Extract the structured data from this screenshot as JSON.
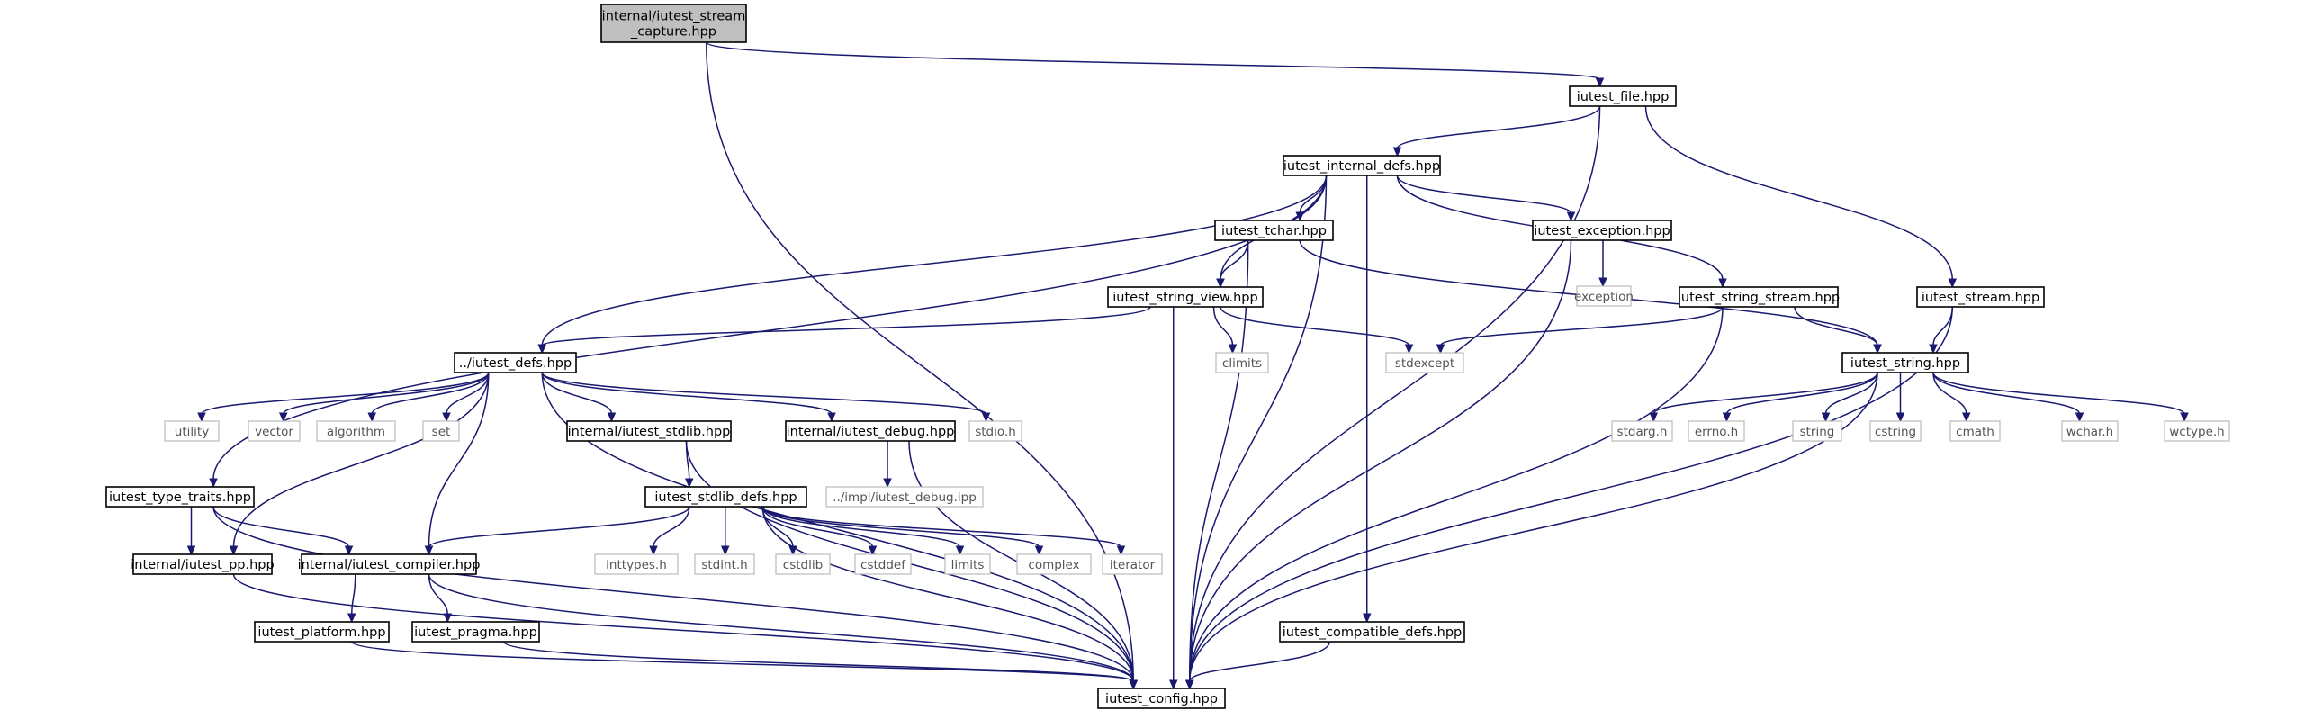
{
  "colors": {
    "edge": "#191970",
    "root_fill": "#bfbfbf",
    "external_border": "#bfbfbf"
  },
  "nodes": [
    {
      "id": "root",
      "label": [
        "internal/iutest_stream",
        "_capture.hpp"
      ],
      "kind": "root"
    },
    {
      "id": "file",
      "label": [
        "iutest_file.hpp"
      ],
      "kind": "file"
    },
    {
      "id": "internal_defs",
      "label": [
        "iutest_internal_defs.hpp"
      ],
      "kind": "file"
    },
    {
      "id": "tchar",
      "label": [
        "iutest_tchar.hpp"
      ],
      "kind": "file"
    },
    {
      "id": "exception_hpp",
      "label": [
        "iutest_exception.hpp"
      ],
      "kind": "file"
    },
    {
      "id": "exception",
      "label": [
        "exception"
      ],
      "kind": "external"
    },
    {
      "id": "string_view",
      "label": [
        "iutest_string_view.hpp"
      ],
      "kind": "file"
    },
    {
      "id": "string_stream",
      "label": [
        "iutest_string_stream.hpp"
      ],
      "kind": "file"
    },
    {
      "id": "stream",
      "label": [
        "iutest_stream.hpp"
      ],
      "kind": "file"
    },
    {
      "id": "climits",
      "label": [
        "climits"
      ],
      "kind": "external"
    },
    {
      "id": "stdexcept",
      "label": [
        "stdexcept"
      ],
      "kind": "external"
    },
    {
      "id": "defs",
      "label": [
        "../iutest_defs.hpp"
      ],
      "kind": "file"
    },
    {
      "id": "string",
      "label": [
        "iutest_string.hpp"
      ],
      "kind": "file"
    },
    {
      "id": "utility",
      "label": [
        "utility"
      ],
      "kind": "external"
    },
    {
      "id": "vector",
      "label": [
        "vector"
      ],
      "kind": "external"
    },
    {
      "id": "algorithm",
      "label": [
        "algorithm"
      ],
      "kind": "external"
    },
    {
      "id": "set",
      "label": [
        "set"
      ],
      "kind": "external"
    },
    {
      "id": "stdlib",
      "label": [
        "internal/iutest_stdlib.hpp"
      ],
      "kind": "file"
    },
    {
      "id": "debug",
      "label": [
        "internal/iutest_debug.hpp"
      ],
      "kind": "file"
    },
    {
      "id": "stdio",
      "label": [
        "stdio.h"
      ],
      "kind": "external"
    },
    {
      "id": "stdarg",
      "label": [
        "stdarg.h"
      ],
      "kind": "external"
    },
    {
      "id": "errno",
      "label": [
        "errno.h"
      ],
      "kind": "external"
    },
    {
      "id": "std_string",
      "label": [
        "string"
      ],
      "kind": "external"
    },
    {
      "id": "cstring",
      "label": [
        "cstring"
      ],
      "kind": "external"
    },
    {
      "id": "cmath",
      "label": [
        "cmath"
      ],
      "kind": "external"
    },
    {
      "id": "wchar",
      "label": [
        "wchar.h"
      ],
      "kind": "external"
    },
    {
      "id": "wctype",
      "label": [
        "wctype.h"
      ],
      "kind": "external"
    },
    {
      "id": "debug_ipp",
      "label": [
        "../impl/iutest_debug.ipp"
      ],
      "kind": "external"
    },
    {
      "id": "type_traits",
      "label": [
        "iutest_type_traits.hpp"
      ],
      "kind": "file"
    },
    {
      "id": "stdlib_defs",
      "label": [
        "iutest_stdlib_defs.hpp"
      ],
      "kind": "file"
    },
    {
      "id": "pp",
      "label": [
        "internal/iutest_pp.hpp"
      ],
      "kind": "file"
    },
    {
      "id": "compiler",
      "label": [
        "internal/iutest_compiler.hpp"
      ],
      "kind": "file"
    },
    {
      "id": "inttypes",
      "label": [
        "inttypes.h"
      ],
      "kind": "external"
    },
    {
      "id": "stdint",
      "label": [
        "stdint.h"
      ],
      "kind": "external"
    },
    {
      "id": "cstdlib",
      "label": [
        "cstdlib"
      ],
      "kind": "external"
    },
    {
      "id": "cstddef",
      "label": [
        "cstddef"
      ],
      "kind": "external"
    },
    {
      "id": "limits",
      "label": [
        "limits"
      ],
      "kind": "external"
    },
    {
      "id": "complex",
      "label": [
        "complex"
      ],
      "kind": "external"
    },
    {
      "id": "iterator",
      "label": [
        "iterator"
      ],
      "kind": "external"
    },
    {
      "id": "platform",
      "label": [
        "iutest_platform.hpp"
      ],
      "kind": "file"
    },
    {
      "id": "pragma",
      "label": [
        "iutest_pragma.hpp"
      ],
      "kind": "file"
    },
    {
      "id": "compatible",
      "label": [
        "iutest_compatible_defs.hpp"
      ],
      "kind": "file"
    },
    {
      "id": "config",
      "label": [
        "iutest_config.hpp"
      ],
      "kind": "file"
    }
  ],
  "edges": [
    [
      "root",
      "file"
    ],
    [
      "root",
      "config"
    ],
    [
      "file",
      "internal_defs"
    ],
    [
      "file",
      "stream"
    ],
    [
      "file",
      "config"
    ],
    [
      "internal_defs",
      "tchar"
    ],
    [
      "internal_defs",
      "exception_hpp"
    ],
    [
      "internal_defs",
      "string_view"
    ],
    [
      "internal_defs",
      "string_stream"
    ],
    [
      "internal_defs",
      "defs"
    ],
    [
      "internal_defs",
      "type_traits"
    ],
    [
      "internal_defs",
      "compatible"
    ],
    [
      "internal_defs",
      "config"
    ],
    [
      "tchar",
      "string_view"
    ],
    [
      "tchar",
      "string"
    ],
    [
      "tchar",
      "config"
    ],
    [
      "exception_hpp",
      "exception"
    ],
    [
      "exception_hpp",
      "config"
    ],
    [
      "string_view",
      "defs"
    ],
    [
      "string_view",
      "climits"
    ],
    [
      "string_view",
      "stdexcept"
    ],
    [
      "string_view",
      "config"
    ],
    [
      "string_stream",
      "string"
    ],
    [
      "string_stream",
      "stdexcept"
    ],
    [
      "string_stream",
      "config"
    ],
    [
      "stream",
      "string"
    ],
    [
      "stream",
      "config"
    ],
    [
      "string",
      "stdarg"
    ],
    [
      "string",
      "errno"
    ],
    [
      "string",
      "std_string"
    ],
    [
      "string",
      "cstring"
    ],
    [
      "string",
      "cmath"
    ],
    [
      "string",
      "wchar"
    ],
    [
      "string",
      "wctype"
    ],
    [
      "string",
      "config"
    ],
    [
      "defs",
      "utility"
    ],
    [
      "defs",
      "vector"
    ],
    [
      "defs",
      "algorithm"
    ],
    [
      "defs",
      "set"
    ],
    [
      "defs",
      "stdlib"
    ],
    [
      "defs",
      "debug"
    ],
    [
      "defs",
      "stdio"
    ],
    [
      "defs",
      "pp"
    ],
    [
      "defs",
      "compiler"
    ],
    [
      "defs",
      "config"
    ],
    [
      "stdlib",
      "stdlib_defs"
    ],
    [
      "stdlib",
      "config"
    ],
    [
      "debug",
      "debug_ipp"
    ],
    [
      "debug",
      "config"
    ],
    [
      "type_traits",
      "pp"
    ],
    [
      "type_traits",
      "compiler"
    ],
    [
      "type_traits",
      "config"
    ],
    [
      "stdlib_defs",
      "compiler"
    ],
    [
      "stdlib_defs",
      "inttypes"
    ],
    [
      "stdlib_defs",
      "stdint"
    ],
    [
      "stdlib_defs",
      "cstdlib"
    ],
    [
      "stdlib_defs",
      "cstddef"
    ],
    [
      "stdlib_defs",
      "limits"
    ],
    [
      "stdlib_defs",
      "complex"
    ],
    [
      "stdlib_defs",
      "iterator"
    ],
    [
      "stdlib_defs",
      "config"
    ],
    [
      "pp",
      "config"
    ],
    [
      "compiler",
      "platform"
    ],
    [
      "compiler",
      "pragma"
    ],
    [
      "compiler",
      "config"
    ],
    [
      "platform",
      "config"
    ],
    [
      "pragma",
      "config"
    ],
    [
      "compatible",
      "config"
    ]
  ]
}
